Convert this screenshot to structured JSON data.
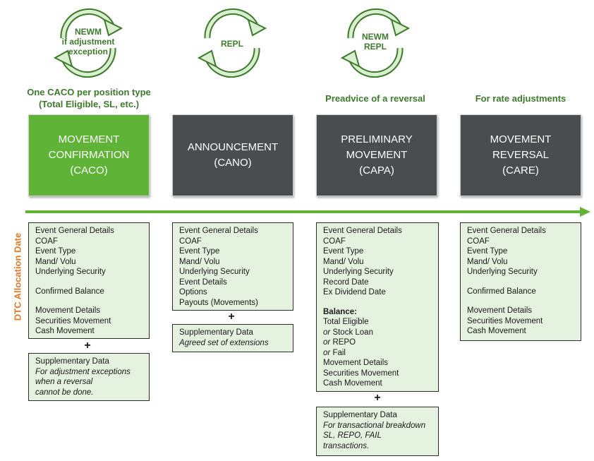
{
  "cycles": [
    {
      "lines": [
        "NEWM",
        "if adjustment",
        "exception"
      ]
    },
    {
      "lines": [
        "REPL"
      ]
    },
    {
      "lines": [
        "NEWM",
        "REPL"
      ]
    }
  ],
  "captions": [
    {
      "lines": [
        "One CACO per position type",
        "(Total Eligible,  SL, etc.)"
      ]
    },
    {
      "lines": [
        "Preadvice of a reversal"
      ]
    },
    {
      "lines": [
        "For rate adjustments"
      ]
    }
  ],
  "messages": [
    {
      "lines": [
        "MOVEMENT",
        "CONFIRMATION",
        "(CACO)"
      ],
      "color": "#5fb337"
    },
    {
      "lines": [
        "ANNOUNCEMENT",
        "(CANO)"
      ],
      "color": "#4a4d4f"
    },
    {
      "lines": [
        "PRELIMINARY",
        "MOVEMENT",
        "(CAPA)"
      ],
      "color": "#4a4d4f"
    },
    {
      "lines": [
        "MOVEMENT",
        "REVERSAL",
        "(CARE)"
      ],
      "color": "#4a4d4f"
    }
  ],
  "timeline": {
    "label": "DTC Allocation Date",
    "color": "#5fb337"
  },
  "fields": {
    "caco": [
      "Event General Details",
      "COAF",
      "Event Type",
      "Mand/ Volu",
      "Underlying Security",
      "",
      "Confirmed Balance",
      "",
      "Movement Details",
      "Securities Movement",
      "Cash Movement"
    ],
    "cano": [
      "Event General Details",
      "COAF",
      "Event Type",
      "Mand/ Volu",
      "Underlying Security",
      "Event Details",
      "Options",
      "Payouts (Movements)"
    ],
    "capa_top": [
      "Event General Details",
      "COAF",
      "Event Type",
      "Mand/ Volu",
      "Underlying Security",
      "Record Date",
      "Ex Dividend Date"
    ],
    "capa_balance_heading": "Balance:",
    "capa_balance": [
      {
        "prefix": "",
        "text": "Total Eligible"
      },
      {
        "prefix": "or",
        "text": "Stock Loan"
      },
      {
        "prefix": "or",
        "text": "REPO"
      },
      {
        "prefix": "or",
        "text": "Fail"
      }
    ],
    "capa_bottom": [
      "Movement Details",
      "Securities Movement",
      "Cash Movement"
    ],
    "care": [
      "Event General Details",
      "COAF",
      "Event Type",
      "Mand/ Volu",
      "Underlying Security",
      "",
      "Confirmed Balance",
      "",
      "Movement Details",
      "Securities Movement",
      "Cash Movement"
    ]
  },
  "plus": "+",
  "supplementary": {
    "caco": {
      "title": "Supplementary Data",
      "lines": [
        "For adjustment exceptions",
        "when a reversal",
        "cannot be done."
      ]
    },
    "cano": {
      "title": "Supplementary Data",
      "lines": [
        "Agreed set of extensions"
      ]
    },
    "capa": {
      "title": "Supplementary Data",
      "lines": [
        "For transactional breakdown",
        " SL, REPO, FAIL",
        "transactions."
      ]
    }
  }
}
